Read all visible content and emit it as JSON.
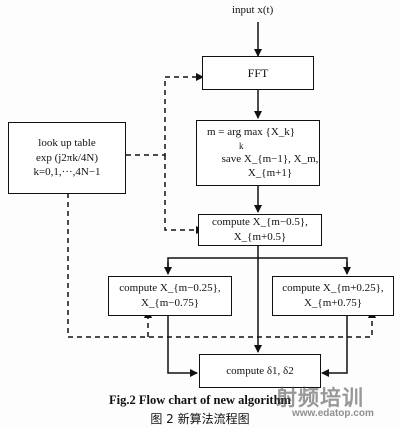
{
  "input_label": "input x(t)",
  "nodes": {
    "fft": "FFT",
    "argmax_line1": "m = arg max {X_k}",
    "argmax_sub": "k",
    "argmax_line2": "save X_{m−1}, X_m, X_{m+1}",
    "lookup_line1": "look up table",
    "lookup_line2": "exp (j2πk/4N)",
    "lookup_line3": "k=0,1,···,4N−1",
    "compute_mid": "compute X_{m−0.5}, X_{m+0.5}",
    "compute_left": "compute X_{m−0.25}, X_{m−0.75}",
    "compute_right": "compute X_{m+0.25}, X_{m+0.75}",
    "compute_delta": "compute δ1, δ2"
  },
  "caption_en": "Fig.2 Flow chart of new algorithm",
  "caption_cn": "图 2  新算法流程图",
  "watermark_big": "射频培训",
  "watermark_url": "www.edatop.com"
}
